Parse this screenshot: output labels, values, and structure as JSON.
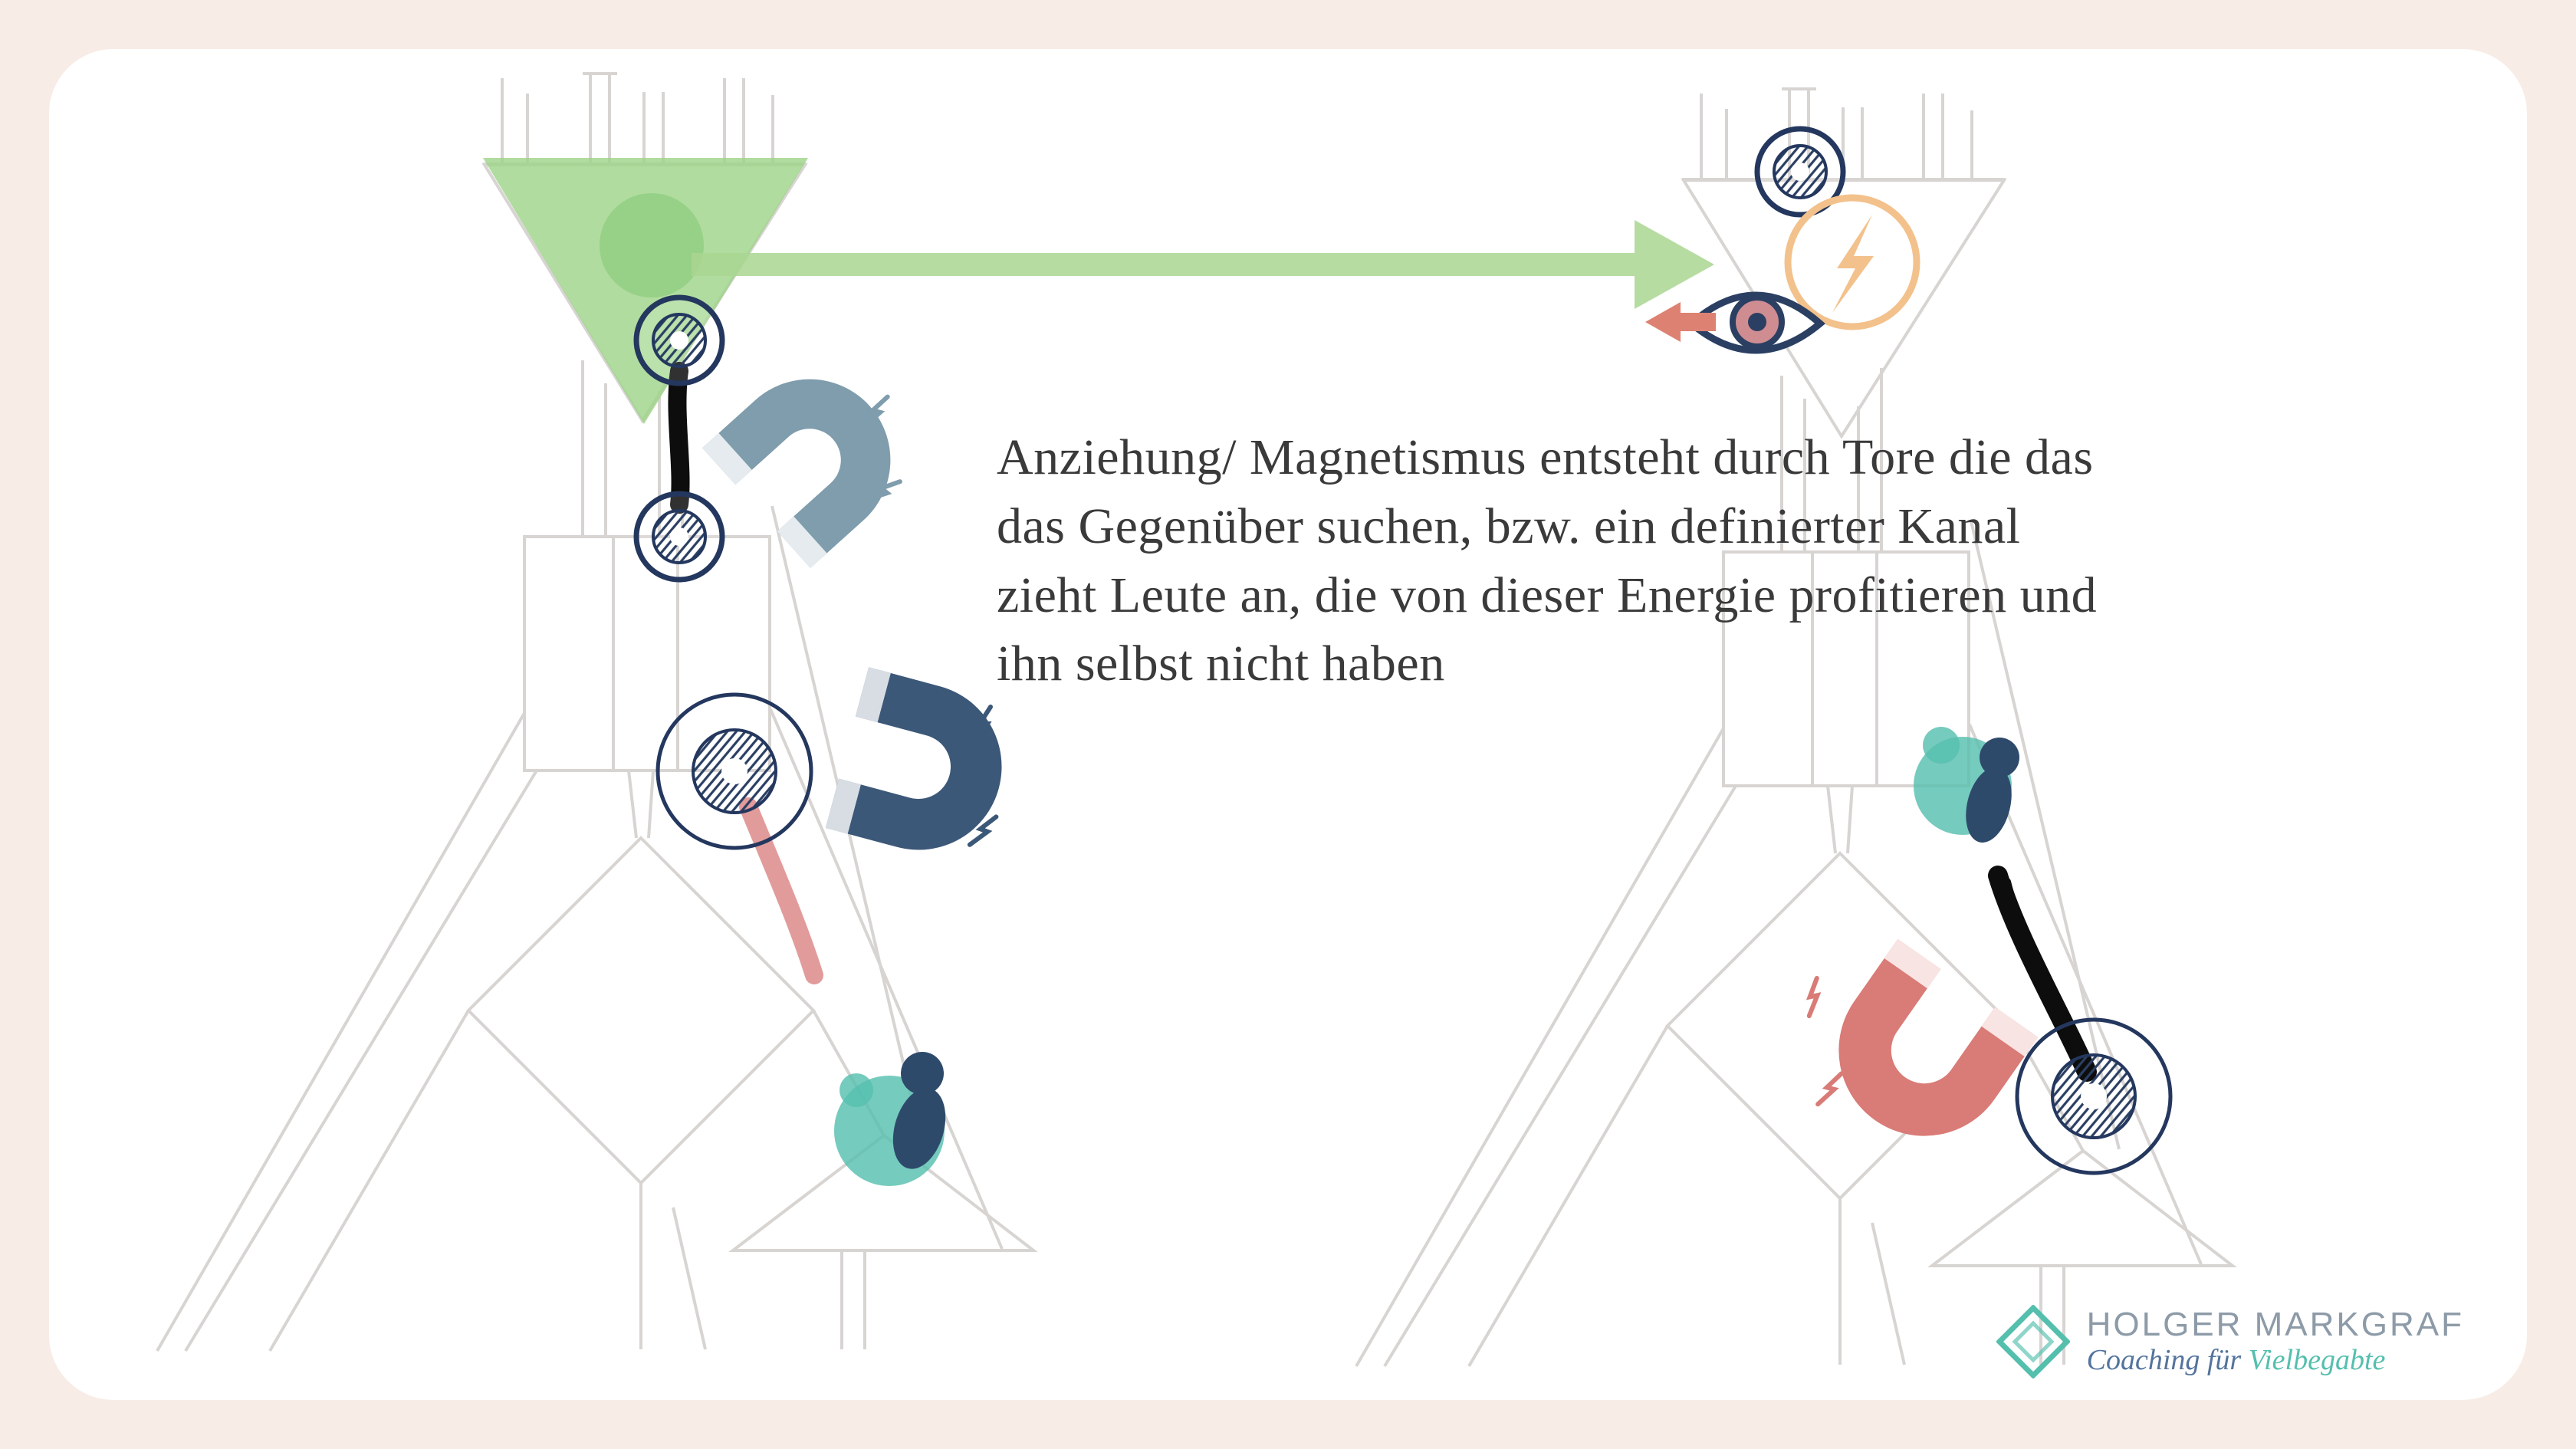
{
  "annotation": {
    "lines": [
      "Anziehung/ Magnetismus entsteht durch Tore die das",
      "das Gegenüber suchen, bzw. ein definierter Kanal",
      "zieht Leute an, die von dieser Energie profitieren und",
      "ihn selbst nicht haben"
    ]
  },
  "logo": {
    "name": "HOLGER MARKGRAF",
    "tagline_prefix": "Coaching für ",
    "tagline_highlight": "Vielbegabte"
  },
  "colors": {
    "frame_bg": "#f8ece6",
    "card_bg": "#ffffff",
    "sketch_gray": "#d6d3d1",
    "navy": "#24375e",
    "teal": "#57bfae",
    "slate_magnet": "#7f9dac",
    "navy_magnet": "#3c5878",
    "red_magnet": "#d97b76",
    "green_triangle": "#9cd387",
    "green_arrow": "#a9d690",
    "salmon": "#df9090",
    "orange": "#f3c18b",
    "text": "#3a3a3a",
    "logo_gray": "#8d9ba8",
    "logo_blue": "#53749d",
    "logo_teal": "#55bfae"
  },
  "icons": {
    "magnet": "horseshoe-magnet",
    "spark": "lightning-zigzag",
    "eye": "eye-with-lightning-circle",
    "person": "person-with-teal-circles",
    "green_arrow": "thick-right-arrow",
    "red_arrow": "small-left-arrow",
    "gate": "hatched-circle-gate",
    "logo_mark": "diamond-outline"
  }
}
